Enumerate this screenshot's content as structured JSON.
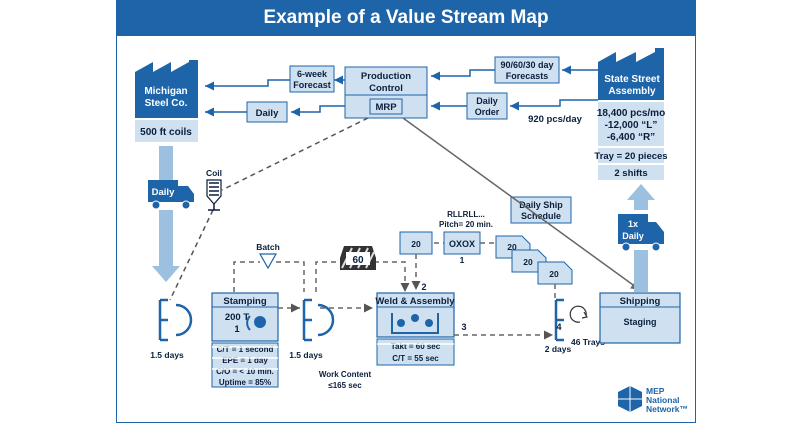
{
  "title": "Example of a Value Stream Map",
  "supplier": {
    "name_line1": "Michigan",
    "name_line2": "Steel Co.",
    "data": "500 ft coils"
  },
  "customer": {
    "name_line1": "State Street",
    "name_line2": "Assembly",
    "demand_line1": "18,400 pcs/mo",
    "demand_line2": "-12,000 “L”",
    "demand_line3": "-6,400 “R”",
    "tray": "Tray = 20 pieces",
    "shifts": "2 shifts"
  },
  "production_control": {
    "line1": "Production",
    "line2": "Control",
    "system": "MRP"
  },
  "boxes": {
    "forecast_6wk_line1": "6-week",
    "forecast_6wk_line2": "Forecast",
    "forecast_90_line1": "90/60/30 day",
    "forecast_90_line2": "Forecasts",
    "daily": "Daily",
    "daily_order_line1": "Daily",
    "daily_order_line2": "Order",
    "ship_schedule_line1": "Daily Ship",
    "ship_schedule_line2": "Schedule"
  },
  "labels": {
    "pcs_per_day": "920 pcs/day",
    "supplier_truck": "Daily",
    "customer_truck_line1": "1x",
    "customer_truck_line2": "Daily",
    "coil": "Coil",
    "batch": "Batch",
    "heijunka_line1": "RLLRLL...",
    "heijunka_line2": "Pitch= 20 min.",
    "oxox": "OXOX",
    "kanban_20": "20",
    "one": "1",
    "two": "2",
    "three": "3",
    "four": "4",
    "signal_60": "60",
    "work_content_line1": "Work Content",
    "work_content_line2": "≤165 sec"
  },
  "inventory": {
    "raw": "1.5 days",
    "wip": "1.5 days",
    "fg": "2 days",
    "trays": "46 Trays"
  },
  "stamping": {
    "name": "Stamping",
    "machine_line1": "200 T",
    "machine_line2": "1",
    "data": [
      "C/T = 1 second",
      "EPE = 1 day",
      "C/O = < 10 min.",
      "Uptime = 85%"
    ]
  },
  "weld": {
    "name": "Weld & Assembly",
    "data": [
      "Takt = 60 sec",
      "C/T = 55 sec"
    ]
  },
  "shipping": {
    "name": "Shipping",
    "area": "Staging"
  },
  "logo": {
    "line1": "MEP",
    "line2": "National",
    "line3": "Network™"
  },
  "colors": {
    "primary": "#1e64a8",
    "light": "#cfe0f0",
    "arrow": "#9cc0df",
    "dark": "#0a1f3c"
  }
}
